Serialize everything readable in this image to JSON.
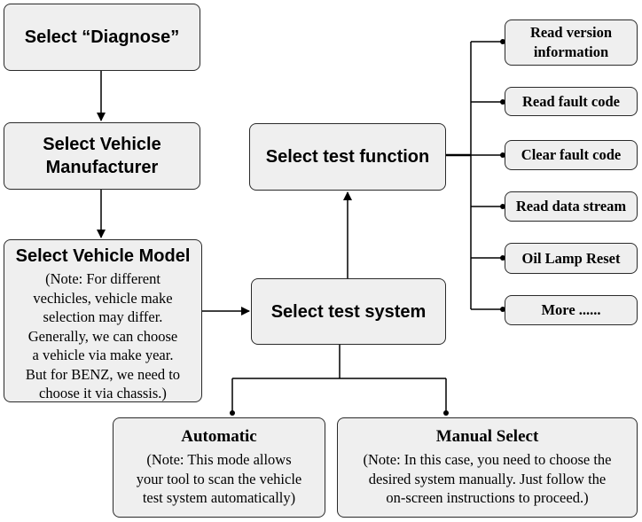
{
  "flow": {
    "step_diagnose": "Select “Diagnose”",
    "step_manufacturer": [
      "Select Vehicle",
      "Manufacturer"
    ],
    "step_model": {
      "title": "Select Vehicle Model",
      "note": [
        "(Note: For different",
        "vechicles, vehicle make",
        "selection may differ.",
        "Generally, we can choose",
        "a vehicle via make year.",
        "But for BENZ, we need to",
        "choose it via chassis.)"
      ]
    },
    "step_test_system": "Select test system",
    "step_test_function": "Select test function"
  },
  "modes": {
    "automatic": {
      "title": "Automatic",
      "note": [
        "(Note: This mode allows",
        "your tool to scan the vehicle",
        "test system automatically)"
      ]
    },
    "manual": {
      "title": "Manual Select",
      "note": [
        "(Note: In this case, you need to choose the",
        "desired system manually. Just follow the",
        "on-screen instructions to proceed.)"
      ]
    }
  },
  "functions": [
    [
      "Read version",
      "information"
    ],
    [
      "Read fault code"
    ],
    [
      "Clear fault code"
    ],
    [
      "Read data stream"
    ],
    [
      "Oil Lamp Reset"
    ],
    [
      "More ......"
    ]
  ],
  "colors": {
    "box_fill": "#efefef",
    "border": "#2a2a2a",
    "line": "#000000"
  }
}
